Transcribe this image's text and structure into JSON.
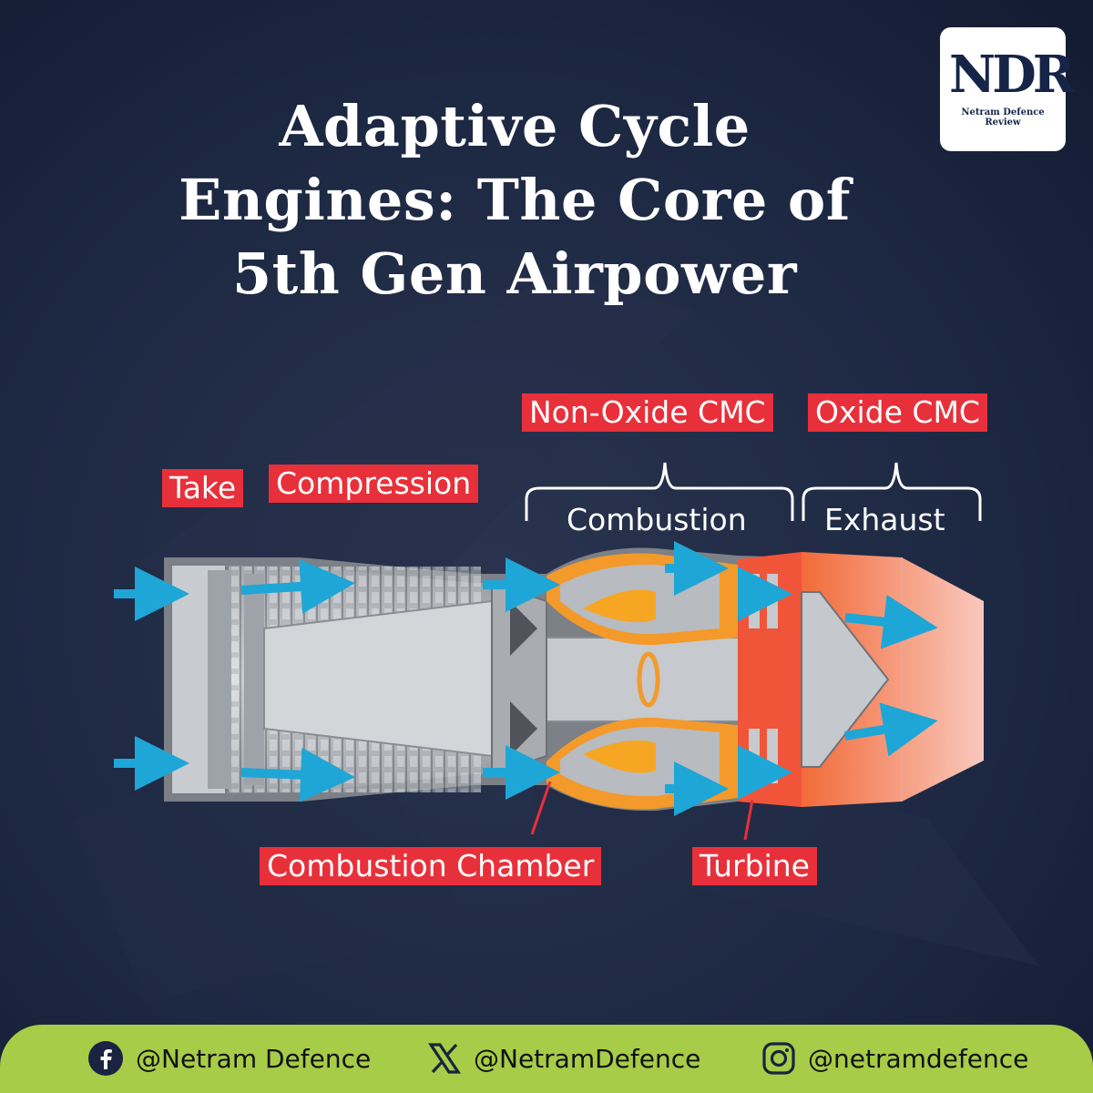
{
  "title": {
    "line1": "Adaptive Cycle",
    "line2": "Engines: The Core of",
    "line3": "5th Gen Airpower"
  },
  "logo": {
    "mark": "NDR",
    "subtitle": "Netram Defence Review"
  },
  "diagram": {
    "materials": {
      "non_oxide": "Non-Oxide CMC",
      "oxide": "Oxide CMC"
    },
    "sections": {
      "intake": "Take",
      "compression": "Compression",
      "combustion": "Combustion",
      "exhaust": "Exhaust"
    },
    "parts": {
      "chamber": "Combustion Chamber",
      "turbine": "Turbine"
    }
  },
  "footer": {
    "facebook": "@Netram Defence",
    "x": "@NetramDefence",
    "instagram": "@netramdefence"
  },
  "colors": {
    "label_red": "#e8303b",
    "footer_green": "#a7cc47",
    "background_navy": "#1b2540",
    "airflow_blue": "#1ea6d6",
    "hot_orange": "#f26b3a"
  }
}
